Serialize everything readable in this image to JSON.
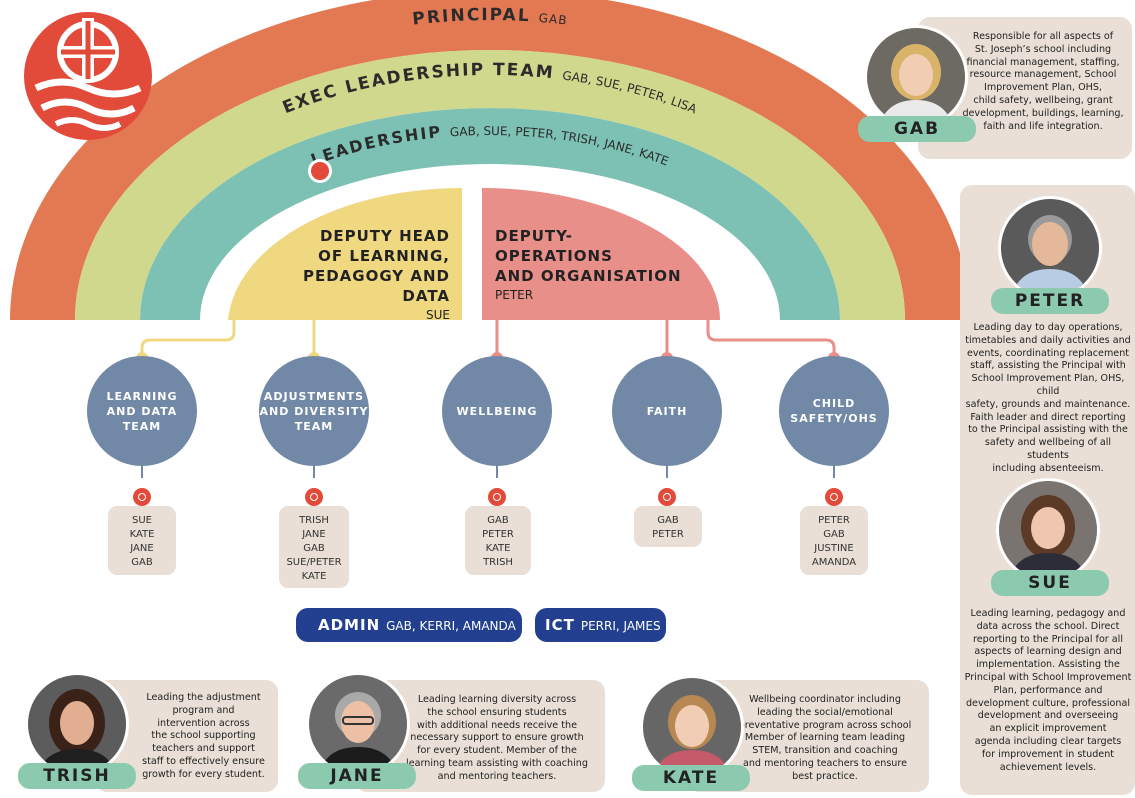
{
  "colors": {
    "principal_arc": "#e37953",
    "exec_arc": "#cfd88c",
    "leadership_arc": "#7cc1b3",
    "deputy_learning": "#f0d881",
    "deputy_ops": "#e98f8a",
    "circle": "#7189a6",
    "namebox": "#e9dfd6",
    "tag": "#8ccab0",
    "pill": "#22408f",
    "logo": "#e24a3a"
  },
  "arcs": {
    "principal": {
      "title": "PRINCIPAL",
      "members": "GAB"
    },
    "exec": {
      "title": "EXEC LEADERSHIP TEAM",
      "members": "GAB, SUE, PETER, LISA"
    },
    "leadership": {
      "title": "LEADERSHIP",
      "members": "GAB, SUE, PETER, TRISH, JANE, KATE"
    }
  },
  "deputies": {
    "learning": {
      "title_1": "DEPUTY HEAD",
      "title_2": "OF LEARNING,",
      "title_3": "PEDAGOGY AND DATA",
      "name": "SUE"
    },
    "operations": {
      "title_1": "DEPUTY-",
      "title_2": "OPERATIONS",
      "title_3": "AND ORGANISATION",
      "name": "PETER"
    }
  },
  "teams": [
    {
      "label": "LEARNING\nAND DATA\nTEAM",
      "members": "SUE\nKATE\nJANE\nGAB"
    },
    {
      "label": "ADJUSTMENTS\nAND DIVERSITY\nTEAM",
      "members": "TRISH\nJANE\nGAB\nSUE/PETER\nKATE"
    },
    {
      "label": "WELLBEING",
      "members": "GAB\nPETER\nKATE\nTRISH"
    },
    {
      "label": "FAITH",
      "members": "GAB\nPETER"
    },
    {
      "label": "CHILD\nSAFETY/OHS",
      "members": "PETER\nGAB\nJUSTINE\nAMANDA"
    }
  ],
  "support": {
    "admin": {
      "title": "ADMIN",
      "members": "GAB, KERRI, AMANDA"
    },
    "ict": {
      "title": "ICT",
      "members": "PERRI, JAMES"
    }
  },
  "profiles": {
    "gab": {
      "name": "GAB",
      "desc": "Responsible for all aspects of\nSt. Joseph’s school including\nfinancial management, staffing,\nresource management, School\nImprovement Plan, OHS,\nchild safety, wellbeing, grant\ndevelopment, buildings, learning,\nfaith and life integration."
    },
    "peter": {
      "name": "PETER",
      "desc": "Leading day to day operations,\ntimetables and daily activities and\nevents, coordinating replacement\nstaff, assisting the Principal with\nSchool Improvement Plan, OHS, child\nsafety, grounds and maintenance.\nFaith leader and direct reporting\nto the Principal assisting with the\nsafety and wellbeing of all students\nincluding absenteeism."
    },
    "sue": {
      "name": "SUE",
      "desc": "Leading learning, pedagogy and\ndata across the school. Direct\nreporting to the Principal for all\naspects of learning design and\nimplementation.  Assisting the\nPrincipal with School Improvement\nPlan, performance and\ndevelopment culture, professional\ndevelopment and overseeing\nan explicit improvement\nagenda including clear targets\nfor improvement in student\nachievement levels."
    },
    "trish": {
      "name": "TRISH",
      "desc": "Leading the adjustment\nprogram and\nintervention across\nthe school supporting\nteachers and support\nstaff to effectively ensure\ngrowth for every student."
    },
    "jane": {
      "name": "JANE",
      "desc": "Leading learning diversity across\nthe school ensuring students\nwith additional needs receive the\nnecessary support to ensure growth\nfor every student. Member of the\nlearning team assisting with coaching\nand mentoring teachers."
    },
    "kate": {
      "name": "KATE",
      "desc": "Wellbeing coordinator including\nleading the social/emotional\npreventative program across school\nMember of learning team leading\nSTEM, transition and coaching\nand mentoring teachers to ensure\nbest practice."
    }
  }
}
